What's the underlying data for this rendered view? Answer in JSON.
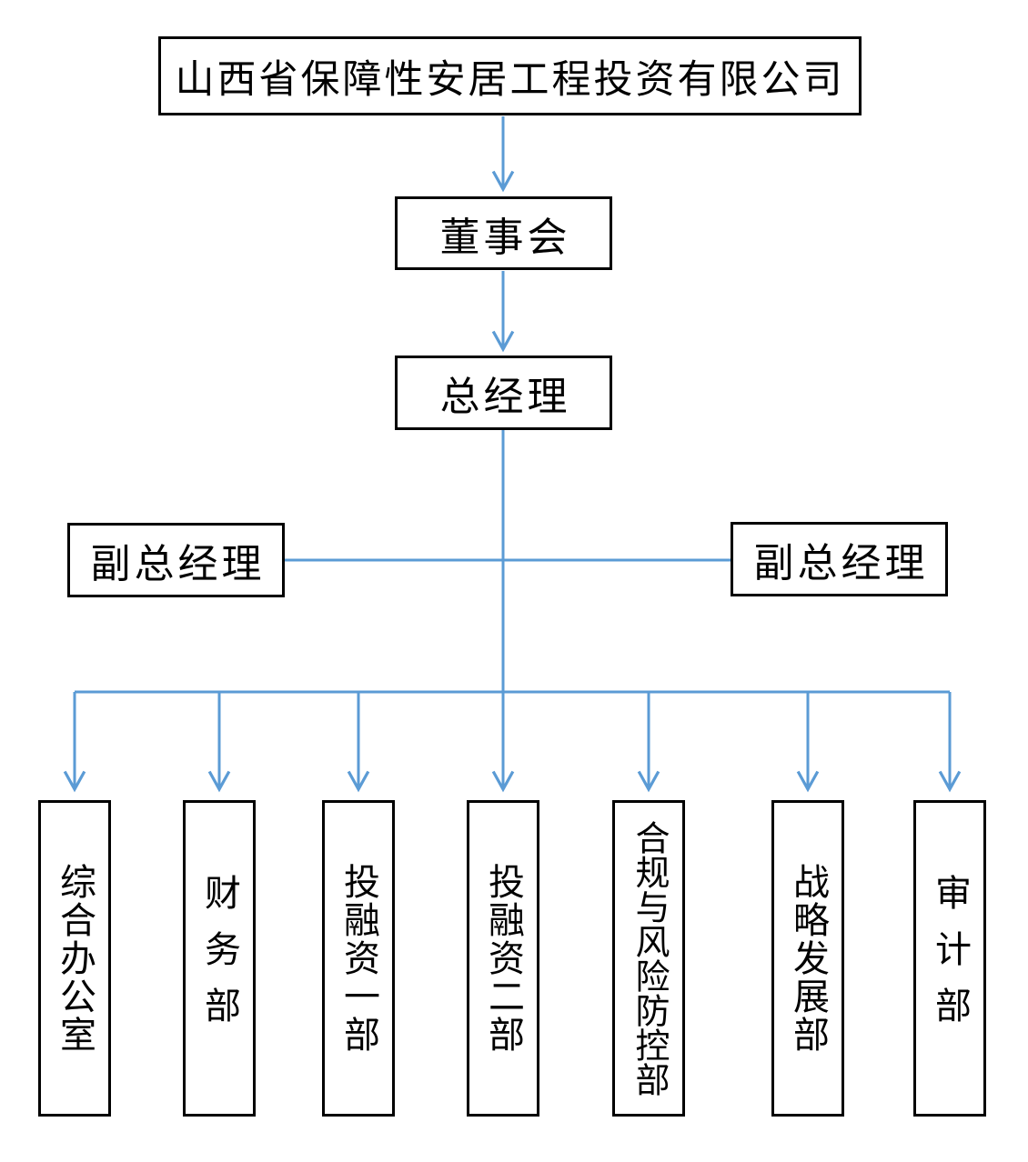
{
  "colors": {
    "accent": "#5b9bd5",
    "box_border": "#000000",
    "background": "#ffffff"
  },
  "org": {
    "company": "山西省保障性安居工程投资有限公司",
    "board": "董事会",
    "general_manager": "总经理",
    "deputy_left": "副总经理",
    "deputy_right": "副总经理",
    "departments": [
      "综合办公室",
      "财务部",
      "投融资一部",
      "投融资二部",
      "合规与风险防控部",
      "战略发展部",
      "审计部"
    ]
  }
}
